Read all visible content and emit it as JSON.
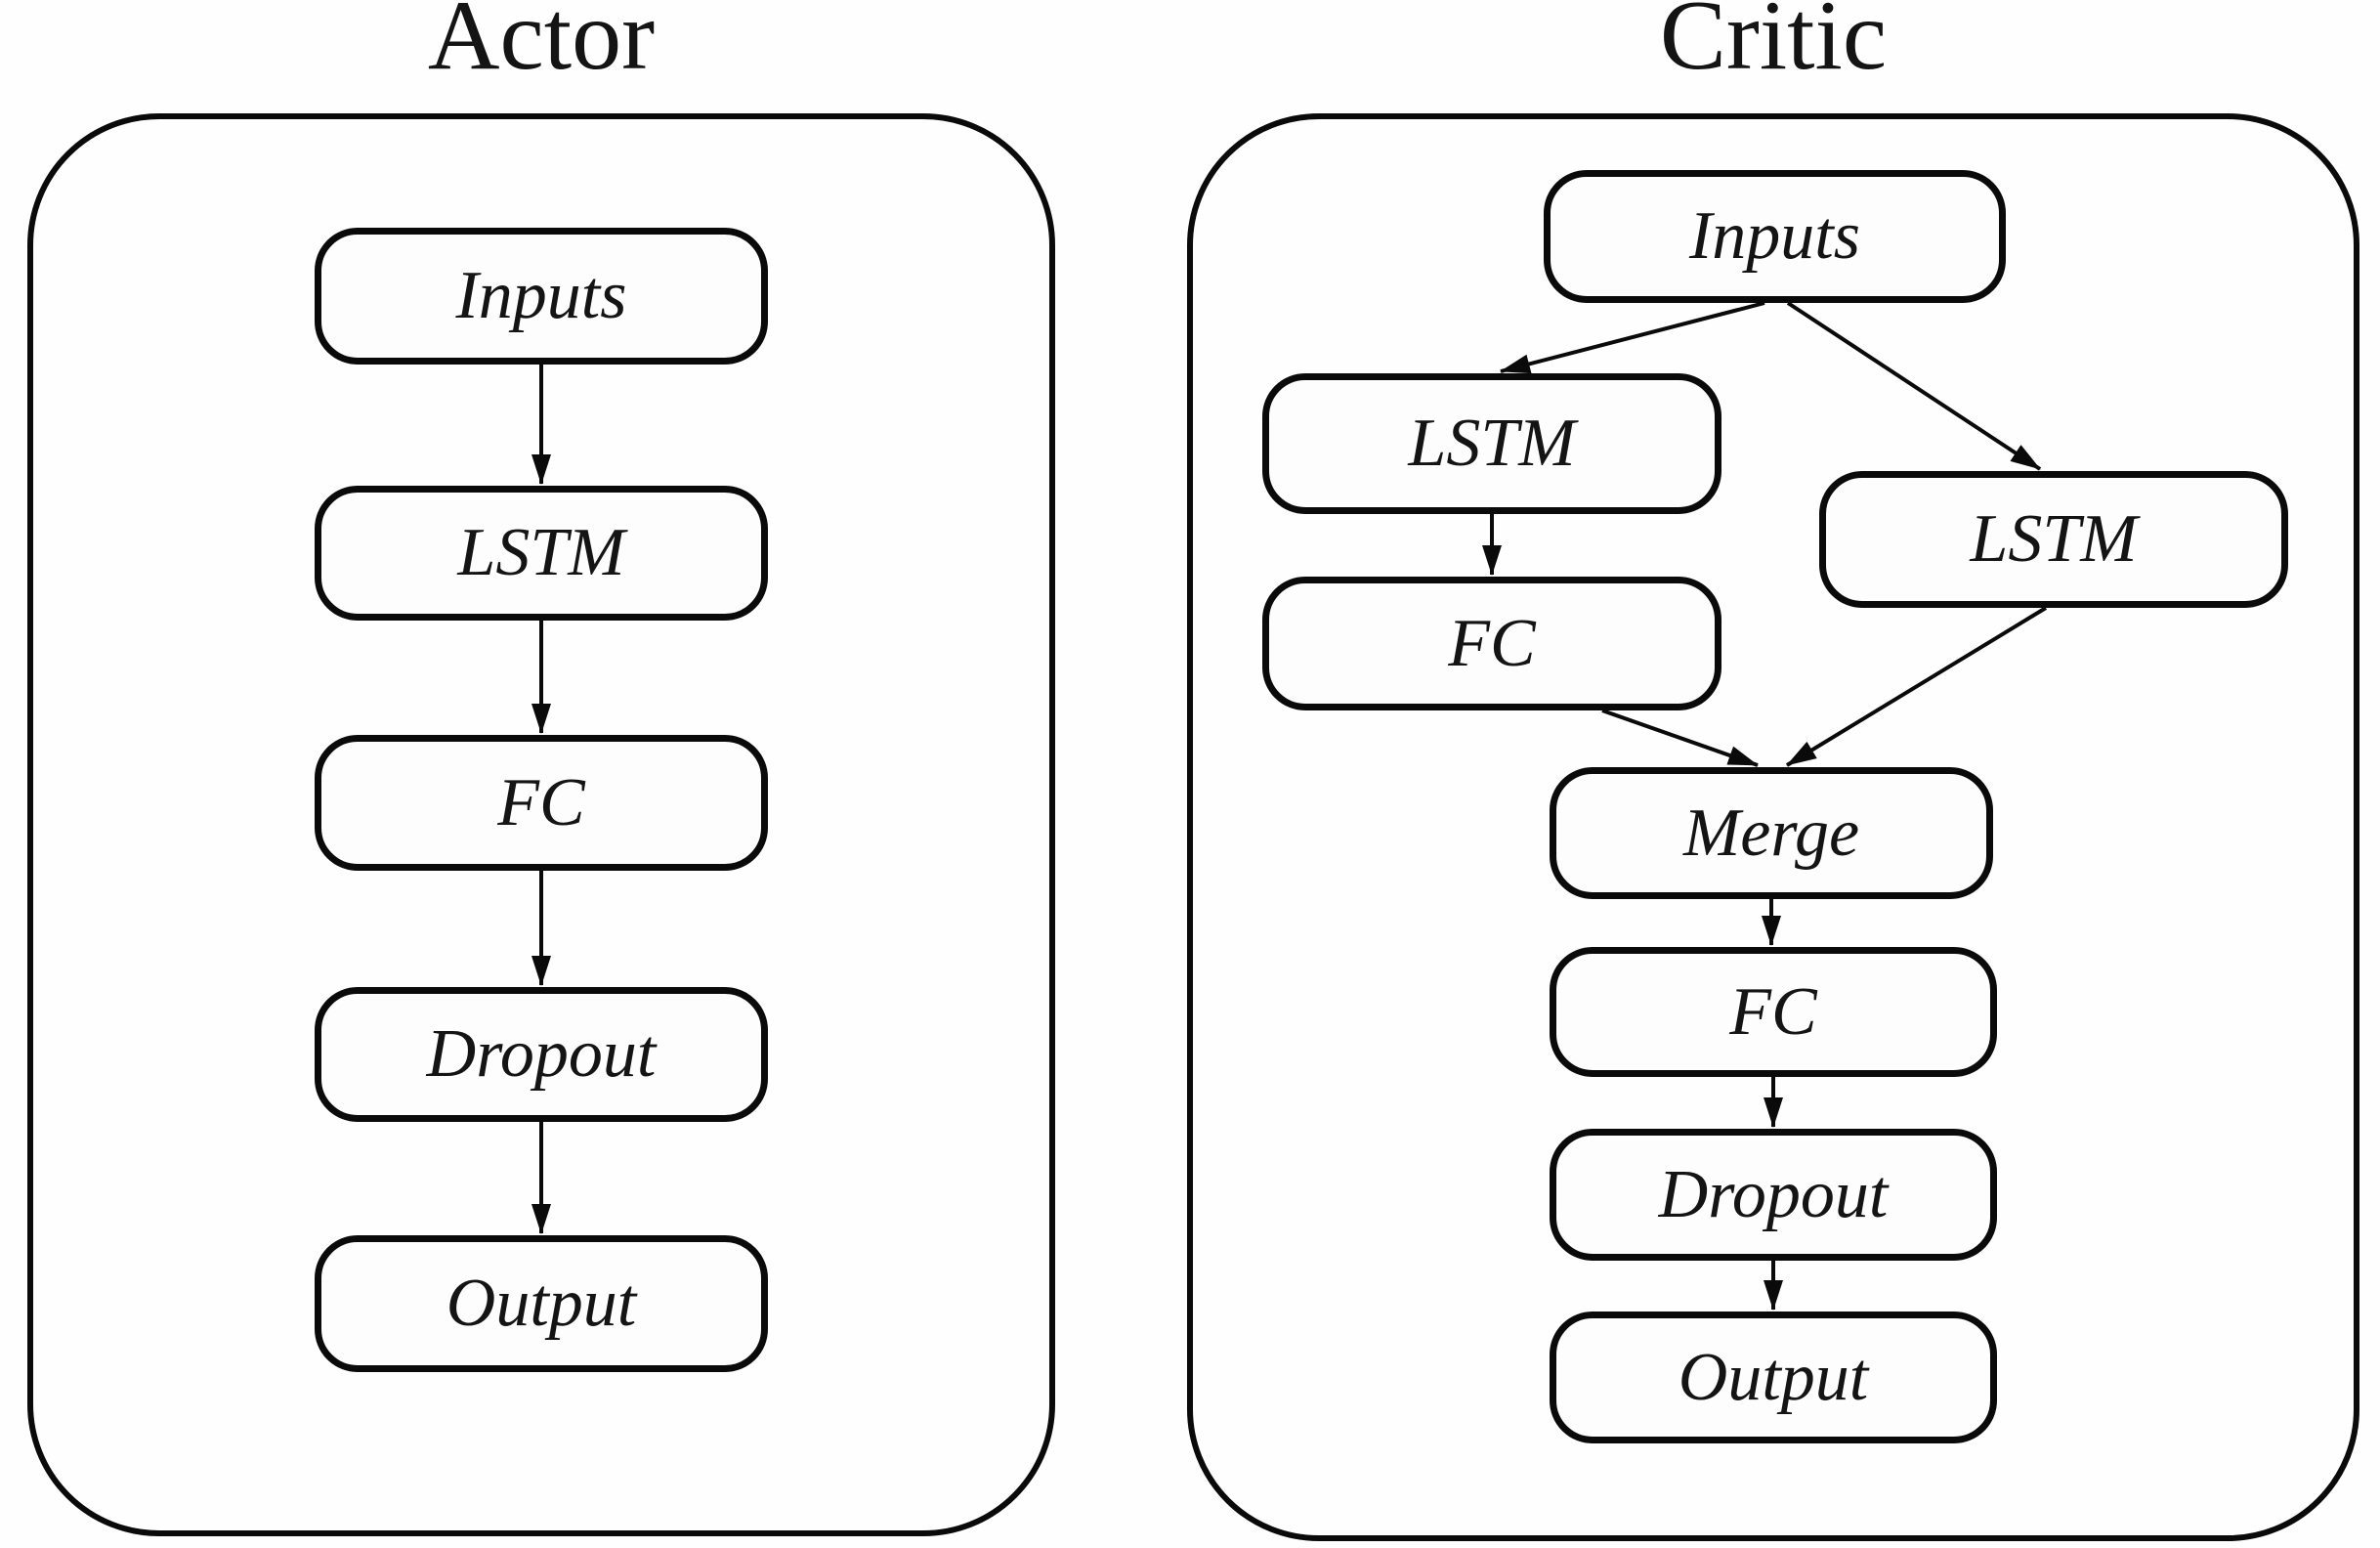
{
  "diagram": {
    "type": "flowchart",
    "description": "Actor and Critic neural network architecture block diagram",
    "panels": [
      {
        "title": "Actor",
        "nodes": [
          {
            "id": "inputs",
            "label": "Inputs"
          },
          {
            "id": "lstm",
            "label": "LSTM"
          },
          {
            "id": "fc",
            "label": "FC"
          },
          {
            "id": "dropout",
            "label": "Dropout"
          },
          {
            "id": "output",
            "label": "Output"
          }
        ],
        "edges": [
          {
            "from": "inputs",
            "to": "lstm"
          },
          {
            "from": "lstm",
            "to": "fc"
          },
          {
            "from": "fc",
            "to": "dropout"
          },
          {
            "from": "dropout",
            "to": "output"
          }
        ]
      },
      {
        "title": "Critic",
        "nodes": [
          {
            "id": "inputs",
            "label": "Inputs"
          },
          {
            "id": "lstm_left",
            "label": "LSTM"
          },
          {
            "id": "fc_left",
            "label": "FC"
          },
          {
            "id": "lstm_right",
            "label": "LSTM"
          },
          {
            "id": "merge",
            "label": "Merge"
          },
          {
            "id": "fc",
            "label": "FC"
          },
          {
            "id": "dropout",
            "label": "Dropout"
          },
          {
            "id": "output",
            "label": "Output"
          }
        ],
        "edges": [
          {
            "from": "inputs",
            "to": "lstm_left"
          },
          {
            "from": "inputs",
            "to": "lstm_right"
          },
          {
            "from": "lstm_left",
            "to": "fc_left"
          },
          {
            "from": "fc_left",
            "to": "merge"
          },
          {
            "from": "lstm_right",
            "to": "merge"
          },
          {
            "from": "merge",
            "to": "fc"
          },
          {
            "from": "fc",
            "to": "dropout"
          },
          {
            "from": "dropout",
            "to": "output"
          }
        ]
      }
    ]
  },
  "colors": {
    "stroke": "#0a0a0a",
    "text": "#141414",
    "background": "#fefefe",
    "node-fill": "#fdfdfd"
  }
}
